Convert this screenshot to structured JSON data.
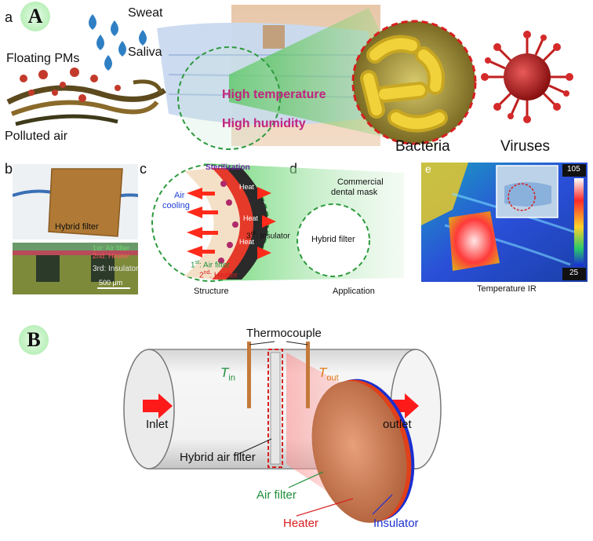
{
  "panel_A": {
    "badge": "A",
    "sub_a": {
      "letter": "a",
      "sweat": "Sweat",
      "saliva": "Saliva",
      "floating_pms": "Floating PMs",
      "polluted_air": "Polluted air",
      "high_temperature": "High temperature",
      "high_humidity": "High humidity",
      "bacteria": "Bacteria",
      "viruses": "Viruses"
    },
    "sub_b": {
      "letter": "b",
      "hybrid_filter": "Hybrid filter",
      "layer_1": "1st: Air filter",
      "layer_2": "2nd: Heater",
      "layer_3": "3rd: Insulator",
      "scale_bar": "500 μm"
    },
    "sub_c": {
      "letter": "c",
      "sterilization": "Sterilization",
      "air_cooling_1": "Air",
      "air_cooling_2": "cooling",
      "heat_1": "Heat",
      "heat_2": "Heat",
      "heat_3": "Heat",
      "layer_1_sup": "st",
      "layer_1_rest": ": Air filter",
      "layer_2_sup": "nd",
      "layer_2_rest": ": Heater",
      "layer_3_sup": "rd",
      "layer_3_rest": ": Insulator",
      "caption": "Structure"
    },
    "sub_d": {
      "letter": "d",
      "commercial_1": "Commercial",
      "commercial_2": "dental mask",
      "hybrid_filter": "Hybrid filter",
      "caption": "Application"
    },
    "sub_e": {
      "letter": "e",
      "scale_max": "105",
      "scale_min": "25",
      "caption": "Temperature IR"
    }
  },
  "panel_B": {
    "badge": "B",
    "thermocouple": "Thermocouple",
    "t_in_main": "T",
    "t_in_sub": "in",
    "t_out_main": "T",
    "t_out_sub": "out",
    "inlet": "Inlet",
    "outlet": "outlet",
    "hybrid_air_filter": "Hybrid air filter",
    "air_filter": "Air filter",
    "heater": "Heater",
    "insulator": "Insulator"
  },
  "colors": {
    "green_dashed": "#2e9a3e",
    "red_dashed": "#d81e1e",
    "magenta_text": "#c0247e",
    "air_cooling_blue": "#1f3fd6",
    "sterilization_purple": "#6a2aa8",
    "t_in_green": "#1f8f3a",
    "t_out_orange": "#e07a1a",
    "insulator_blue": "#1a2fd0",
    "arrow_red": "#ff1a1a"
  }
}
